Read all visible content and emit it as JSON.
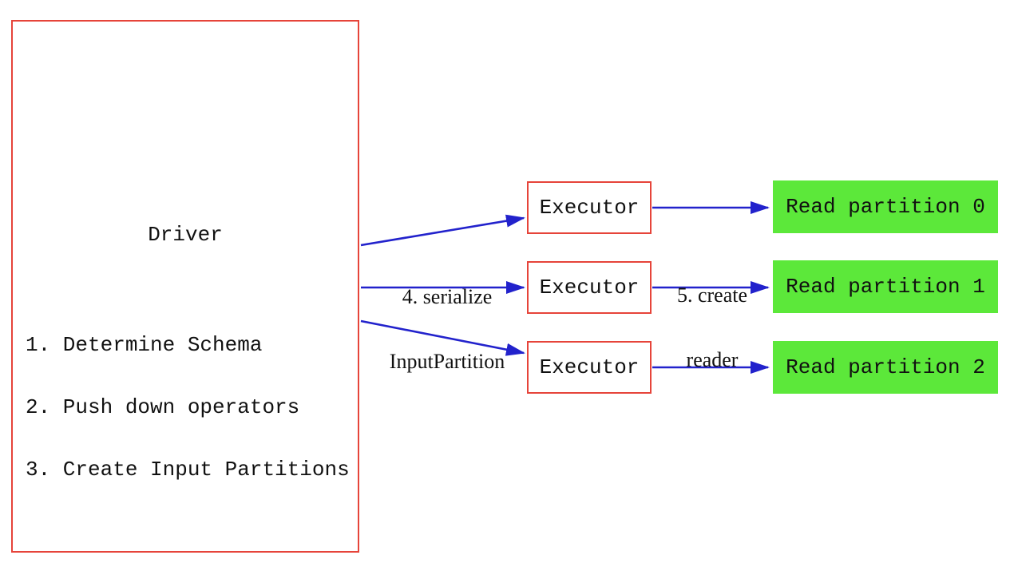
{
  "diagram": {
    "driver": {
      "title": "Driver",
      "steps": [
        "1. Determine Schema",
        "2. Push down operators",
        "3. Create Input Partitions"
      ]
    },
    "executors": [
      {
        "label": "Executor"
      },
      {
        "label": "Executor"
      },
      {
        "label": "Executor"
      }
    ],
    "partitions": [
      {
        "label": "Read partition 0"
      },
      {
        "label": "Read partition 1"
      },
      {
        "label": "Read partition 2"
      }
    ],
    "edge_labels": {
      "serialize": {
        "line1": "4. serialize",
        "line2": "InputPartition"
      },
      "create_reader": {
        "line1": "5. create",
        "line2": "reader"
      }
    },
    "colors": {
      "box_border": "#e6443a",
      "partition_fill": "#5ce83a",
      "arrow": "#2222cc",
      "text": "#111111",
      "background": "#ffffff"
    }
  }
}
